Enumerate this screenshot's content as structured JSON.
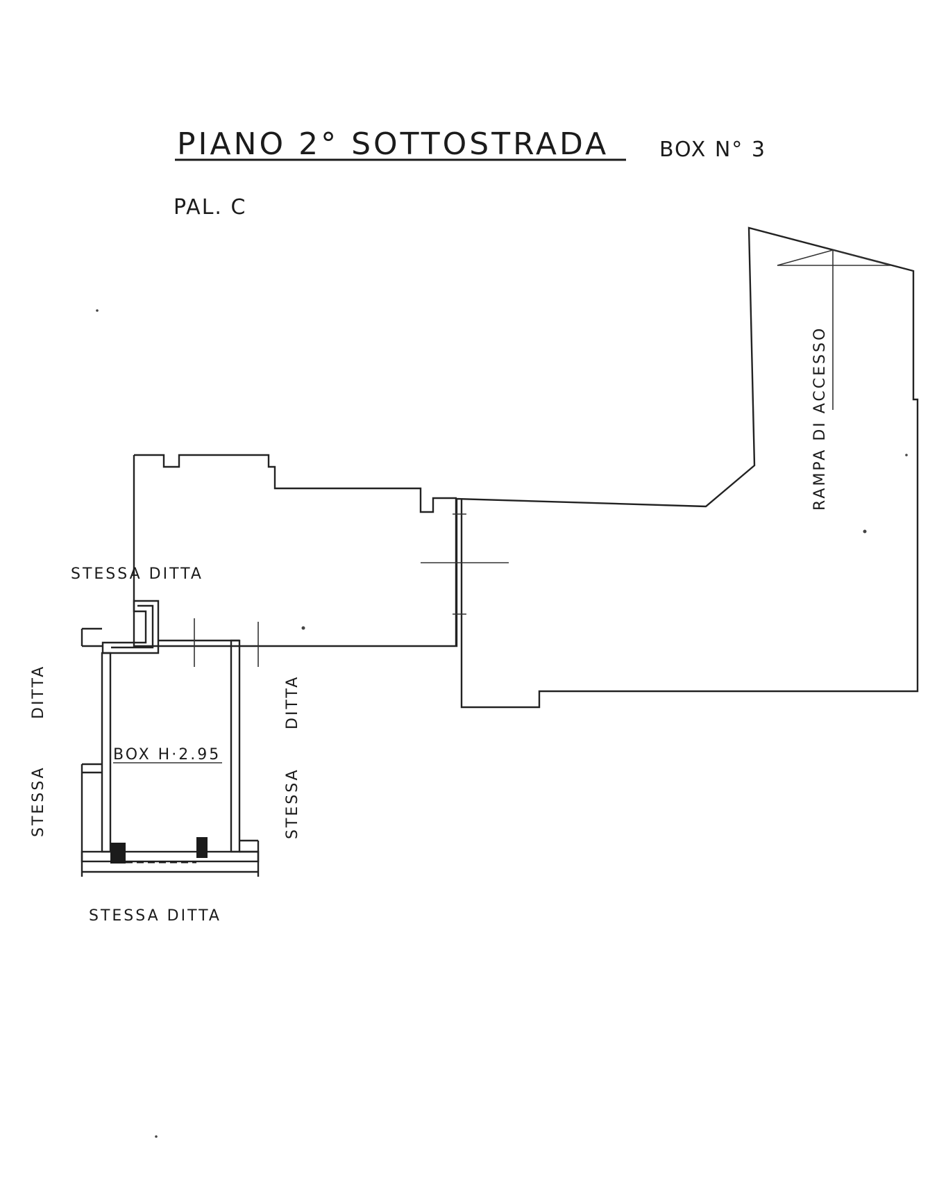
{
  "drawing": {
    "title": "PIANO 2° SOTTOSTRADA",
    "box_number": "BOX N° 3",
    "building": "PAL. C"
  },
  "labels": {
    "ramp": "RAMPA DI ACCESSO",
    "top_neighbor": "STESSA  DITTA",
    "left_neighbor_upper": "DITTA",
    "left_neighbor_lower": "STESSA",
    "right_neighbor_upper": "DITTA",
    "right_neighbor_lower": "STESSA",
    "bottom_neighbor": "STESSA  DITTA",
    "box_room": "BOX H·2.95"
  },
  "colors": {
    "ink": "#1b1b1b",
    "paper": "#ffffff"
  }
}
